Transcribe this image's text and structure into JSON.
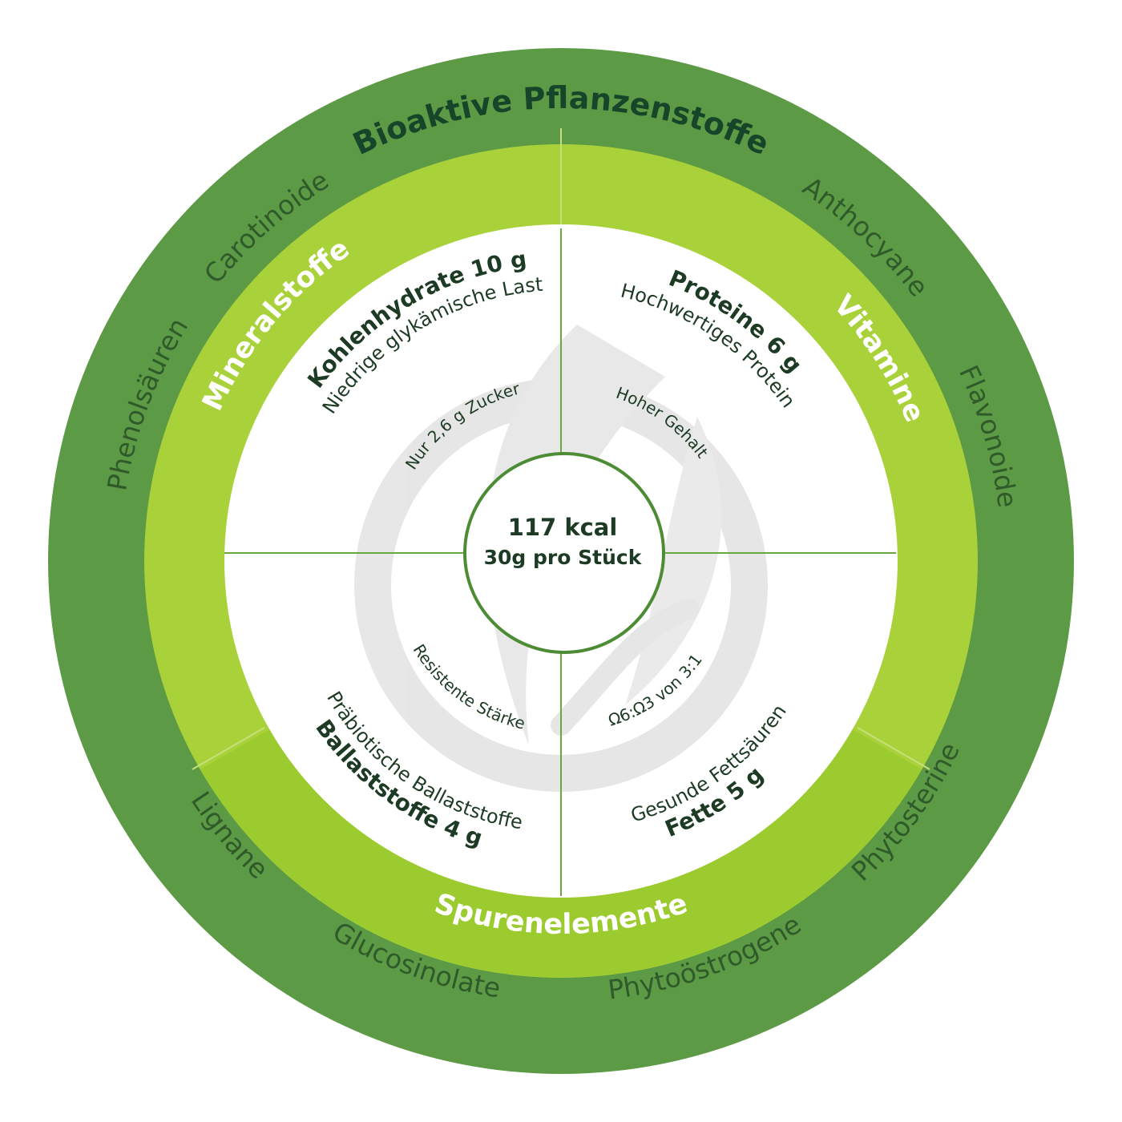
{
  "colors": {
    "outer_ring": "#5d9a45",
    "lime_ring": "#a8d13a",
    "lime_ring_dark": "#9ccb2f",
    "divider_line": "#6aa73e",
    "center_border": "#4d8c35",
    "watermark": "#e4e4e4",
    "dark_text": "#1d3b24"
  },
  "outer_ring": {
    "title": "Bioaktive Pflanzenstoffe",
    "items": {
      "anthocyane": "Anthocyane",
      "flavonoide": "Flavonoide",
      "phytosterine": "Phytosterine",
      "phytooestrogene": "Phytoöstrogene",
      "glucosinolate": "Glucosinolate",
      "lignane": "Lignane",
      "phenolsaeuren": "Phenolsäuren",
      "carotinoide": "Carotinoide"
    }
  },
  "middle_ring": {
    "mineralstoffe": "Mineralstoffe",
    "vitamine": "Vitamine",
    "spurenelemente": "Spurenelemente"
  },
  "quadrants": {
    "kohlenhydrate": {
      "title": "Kohlenhydrate 10 g",
      "subtitle": "Niedrige glykämische Last",
      "inner": "Nur 2,6 g Zucker"
    },
    "proteine": {
      "title": "Proteine 6 g",
      "subtitle": "Hochwertiges Protein",
      "inner": "Hoher Gehalt"
    },
    "fette": {
      "title": "Fette 5 g",
      "subtitle": "Gesunde Fettsäuren",
      "inner": "Ω6:Ω3 von 3:1"
    },
    "ballaststoffe": {
      "title": "Ballaststoffe 4 g",
      "subtitle": "Präbiotische Ballaststoffe",
      "inner": "Resistente Stärke"
    }
  },
  "center": {
    "kcal": "117 kcal",
    "portion": "30g pro Stück"
  },
  "icons": {
    "watermark": "leaf-logo-icon"
  }
}
